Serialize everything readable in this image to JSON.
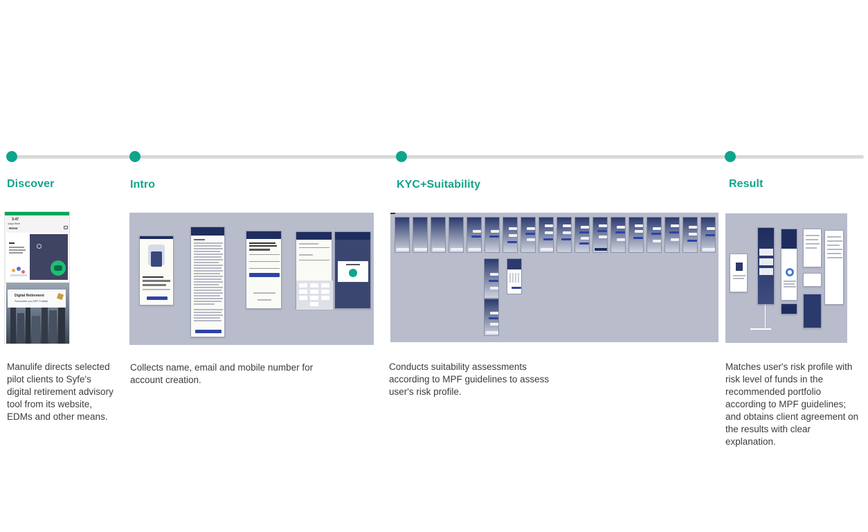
{
  "stages": [
    {
      "title": "Discover",
      "description": "Manulife directs selected pilot clients to Syfe's digital retirement advisory tool from its website, EDMs and other means.",
      "preview": {
        "time": "3:47",
        "back_label": "◂ App Store",
        "nav_title": "Home",
        "banner_title": "Digital Retirement",
        "banner_subtitle": "Personalise your MPF Portfolio"
      }
    },
    {
      "title": "Intro",
      "description": "Collects name, email and mobile number for account creation."
    },
    {
      "title": "KYC+Suitability",
      "description": "Conducts suitability assessments according to MPF guidelines to assess user's risk profile."
    },
    {
      "title": "Result",
      "description": "Matches user's risk profile with risk level of funds in the recommended portfolio according to MPF guidelines; and obtains client agreement on the results with clear explanation."
    }
  ],
  "colors": {
    "accent": "#14a38c",
    "timeline": "#d9d9d9",
    "panel": "#b9bccb",
    "manulife_green": "#00a758",
    "navy": "#1f2d5e",
    "button_blue": "#2e43a9"
  }
}
